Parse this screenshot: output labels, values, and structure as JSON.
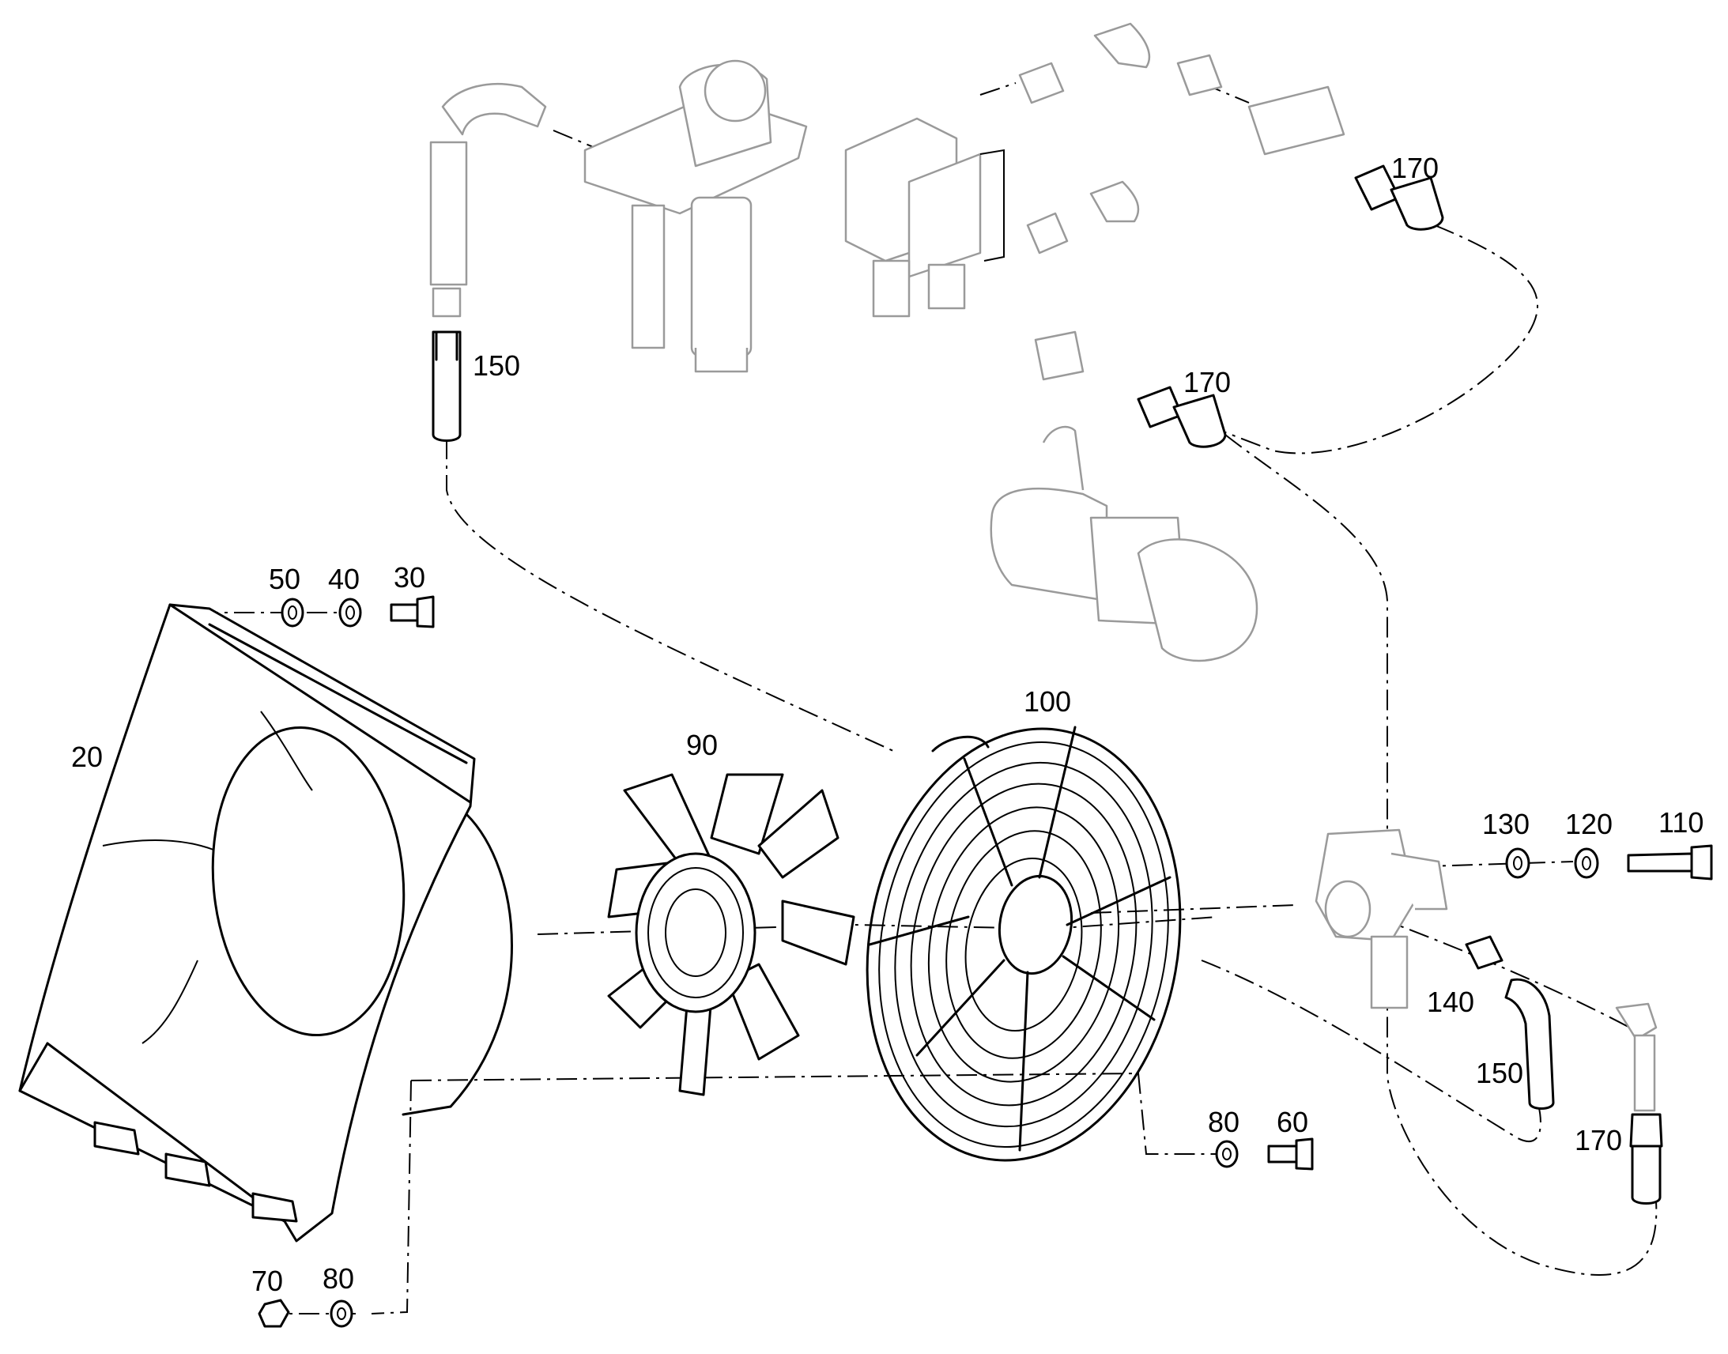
{
  "labels": {
    "p20": "20",
    "p30": "30",
    "p40": "40",
    "p50": "50",
    "p60": "60",
    "p70": "70",
    "p80_bottom_left": "80",
    "p80_right": "80",
    "p90": "90",
    "p100": "100",
    "p110": "110",
    "p120": "120",
    "p130": "130",
    "p140": "140",
    "p150_left": "150",
    "p150_right": "150",
    "p170_top": "170",
    "p170_mid": "170",
    "p170_bottom": "170"
  }
}
